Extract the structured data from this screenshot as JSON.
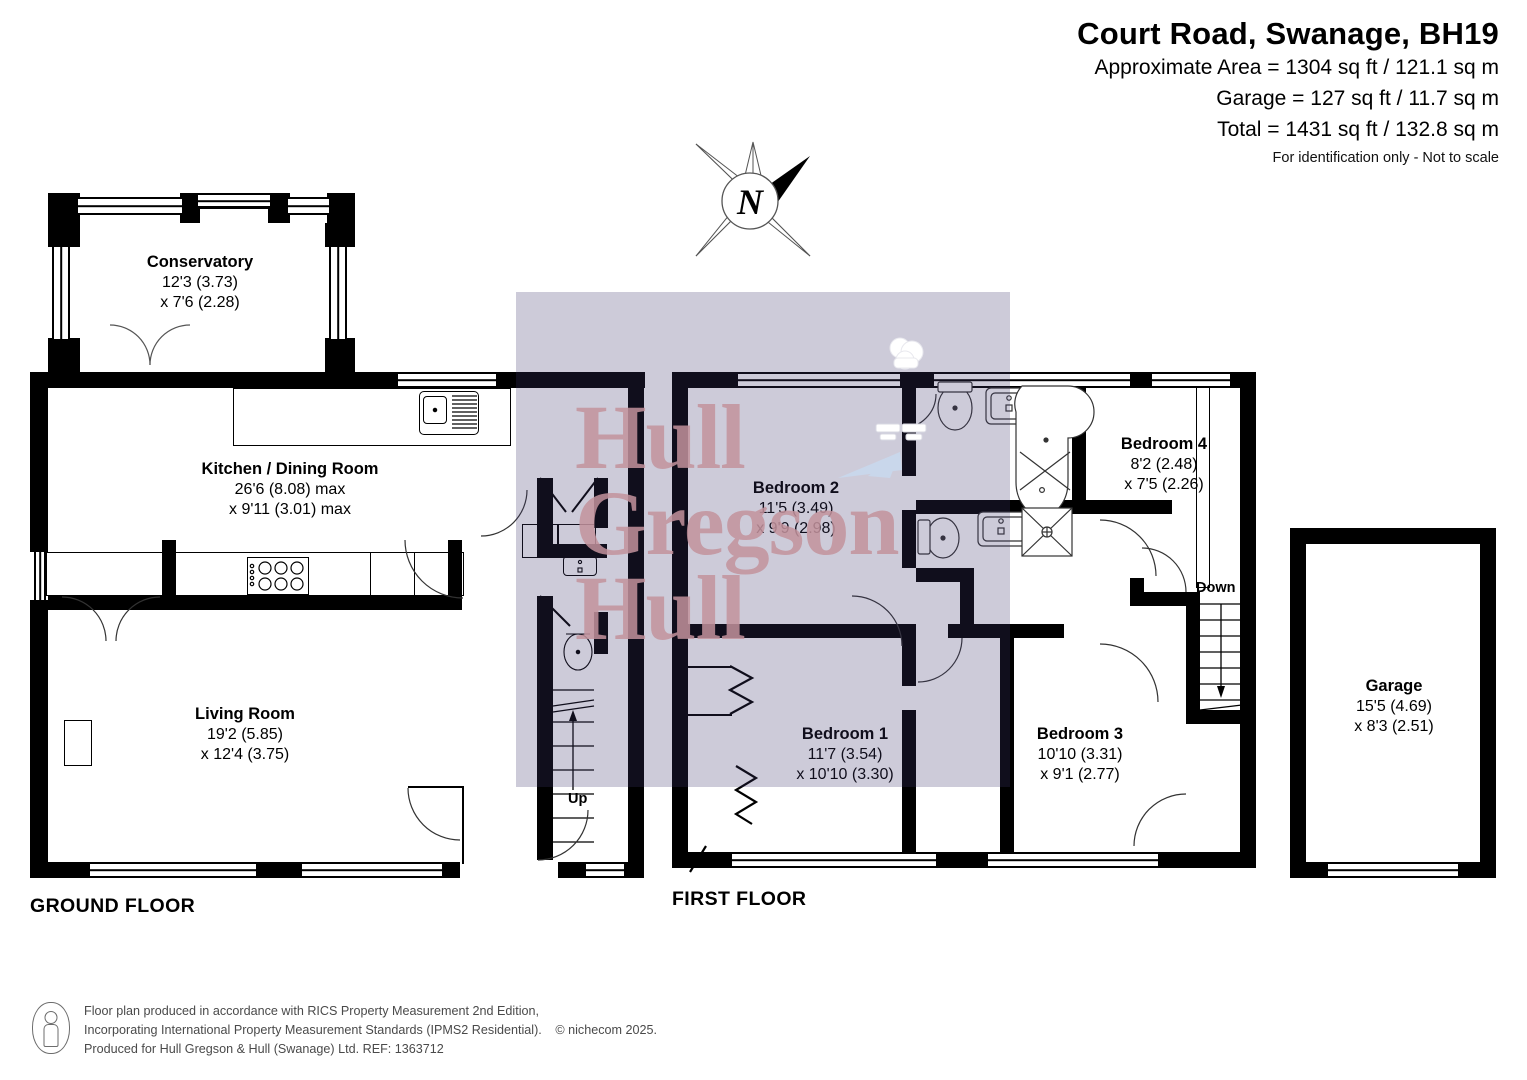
{
  "header": {
    "title": "Court Road, Swanage, BH19",
    "approx_area": "Approximate Area = 1304 sq ft / 121.1 sq m",
    "garage_area": "Garage = 127 sq ft / 11.7 sq m",
    "total_area": "Total = 1431 sq ft / 132.8 sq m",
    "disclaimer": "For identification only - Not to scale"
  },
  "compass": {
    "label": "N"
  },
  "watermark": {
    "line1": "Hull",
    "line2": "Gregson",
    "line3": "Hull",
    "color": "#f2b3ad"
  },
  "floors": {
    "ground_label": "GROUND FLOOR",
    "first_label": "FIRST FLOOR"
  },
  "rooms": {
    "conservatory": {
      "name": "Conservatory",
      "dim1": "12'3 (3.73)",
      "dim2": "x 7'6 (2.28)"
    },
    "kitchen": {
      "name": "Kitchen / Dining Room",
      "dim1": "26'6 (8.08) max",
      "dim2": "x 9'11 (3.01) max"
    },
    "living": {
      "name": "Living Room",
      "dim1": "19'2 (5.85)",
      "dim2": "x 12'4 (3.75)"
    },
    "bedroom1": {
      "name": "Bedroom 1",
      "dim1": "11'7 (3.54)",
      "dim2": "x 10'10 (3.30)"
    },
    "bedroom2": {
      "name": "Bedroom 2",
      "dim1": "11'5 (3.49)",
      "dim2": "x 9'9 (2.98)"
    },
    "bedroom3": {
      "name": "Bedroom 3",
      "dim1": "10'10 (3.31)",
      "dim2": "x 9'1 (2.77)"
    },
    "bedroom4": {
      "name": "Bedroom 4",
      "dim1": "8'2 (2.48)",
      "dim2": "x 7'5 (2.26)"
    },
    "garage": {
      "name": "Garage",
      "dim1": "15'5 (4.69)",
      "dim2": "x 8'3 (2.51)"
    }
  },
  "stairs": {
    "up_label": "Up",
    "down_label": "Down"
  },
  "footer": {
    "line1": "Floor plan produced in accordance with RICS Property Measurement 2nd Edition,",
    "line2": "Incorporating International Property Measurement Standards (IPMS2 Residential).",
    "copyright": "© nichecom 2025.",
    "line3": "Produced for Hull Gregson & Hull (Swanage) Ltd.   REF:  1363712"
  },
  "colors": {
    "wall": "#000000",
    "overlay": "rgba(60,55,110,.26)",
    "watermark": "#f2b3ad"
  }
}
